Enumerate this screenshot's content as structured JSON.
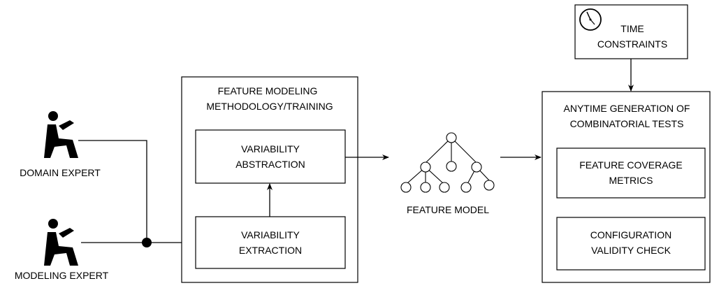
{
  "actors": {
    "domain_expert": "DOMAIN EXPERT",
    "modeling_expert": "MODELING EXPERT"
  },
  "methodology": {
    "title_line1": "FEATURE MODELING",
    "title_line2": "METHODOLOGY/TRAINING",
    "abstraction_line1": "VARIABILITY",
    "abstraction_line2": "ABSTRACTION",
    "extraction_line1": "VARIABILITY",
    "extraction_line2": "EXTRACTION"
  },
  "feature_model": {
    "label": "FEATURE MODEL"
  },
  "time_constraints": {
    "line1": "TIME",
    "line2": "CONSTRAINTS"
  },
  "anytime": {
    "title_line1": "ANYTIME GENERATION OF",
    "title_line2": "COMBINATORIAL TESTS",
    "coverage_line1": "FEATURE COVERAGE",
    "coverage_line2": "METRICS",
    "validity_line1": "CONFIGURATION",
    "validity_line2": "VALIDITY CHECK"
  },
  "icons": {
    "person": "person-at-desk-icon",
    "clock": "clock-icon"
  }
}
